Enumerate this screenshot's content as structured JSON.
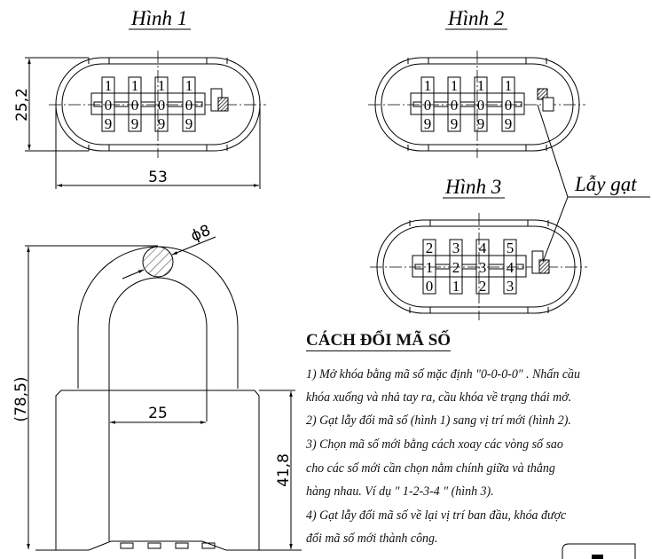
{
  "figures": {
    "fig1": {
      "title": "Hình 1",
      "top": [
        "1",
        "1",
        "1",
        "1"
      ],
      "mid": [
        "0",
        "0",
        "0",
        "0"
      ],
      "bot": [
        "9",
        "9",
        "9",
        "9"
      ],
      "lever": "original"
    },
    "fig2": {
      "title": "Hình 2",
      "top": [
        "1",
        "1",
        "1",
        "1"
      ],
      "mid": [
        "0",
        "0",
        "0",
        "0"
      ],
      "bot": [
        "9",
        "9",
        "9",
        "9"
      ],
      "lever": "new"
    },
    "fig3": {
      "title": "Hình 3",
      "top": [
        "2",
        "3",
        "4",
        "5"
      ],
      "mid": [
        "1",
        "2",
        "3",
        "4"
      ],
      "bot": [
        "0",
        "1",
        "2",
        "3"
      ],
      "lever": "original"
    }
  },
  "lever_label": "Lẫy gạt",
  "dimensions": {
    "height_top": "25,2",
    "width_top": "53",
    "shackle_dia": "ϕ8",
    "total_height": "(78,5)",
    "shackle_gap": "25",
    "body_height": "41,8"
  },
  "instructions": {
    "heading": "CÁCH ĐỔI MÃ SỐ",
    "lines": [
      "1) Mở khóa bằng mã số mặc định \"0-0-0-0\" . Nhấn cầu",
      "khóa xuống và nhả tay ra, cầu khóa về trạng thái mở.",
      "2) Gạt lẫy đổi mã số (hình 1) sang vị trí mới (hình 2).",
      "3) Chọn mã số mới bằng cách xoay các vòng số sao",
      "cho các số mới cần chọn nằm chính giữa và thẳng",
      "hàng nhau. Ví dụ \" 1-2-3-4 \" (hình 3).",
      "4) Gạt lẫy đổi mã số về lại vị trí ban đầu, khóa được",
      "đổi mã số mới thành công."
    ]
  }
}
